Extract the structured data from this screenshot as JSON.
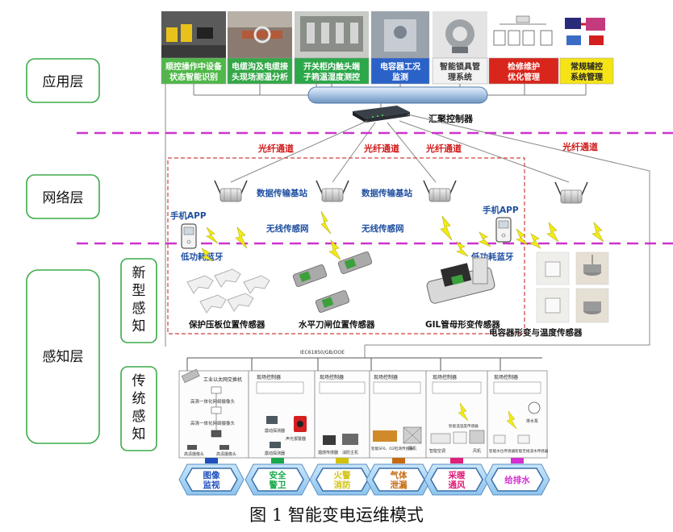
{
  "caption": "图 1 智能变电运维模式",
  "layers": {
    "application": "应用层",
    "network": "网络层",
    "perception": "感知层",
    "new_type": [
      "新",
      "型",
      "感",
      "知"
    ],
    "traditional": [
      "传",
      "统",
      "感",
      "知"
    ]
  },
  "apps": [
    {
      "label": [
        "顺控操作中设备",
        "状态智能识别"
      ],
      "color": "#4fb848",
      "text_color": "#ffffff"
    },
    {
      "label": [
        "电缆沟及电缆接",
        "头现场测温分析"
      ],
      "color": "#34a848",
      "text_color": "#ffffff"
    },
    {
      "label": [
        "开关柜内触头端",
        "子箱温湿度测控"
      ],
      "color": "#2ca84a",
      "text_color": "#ffffff"
    },
    {
      "label": [
        "电容器工况",
        "监测"
      ],
      "color": "#2a62c8",
      "text_color": "#ffffff"
    },
    {
      "label": [
        "智能锁具管",
        "理系统"
      ],
      "color": "#f2f2f2",
      "text_color": "#333333"
    },
    {
      "label": [
        "检修维护",
        "优化管理"
      ],
      "color": "#d9261c",
      "text_color": "#ffffff"
    },
    {
      "label": [
        "常规辅控",
        "系统管理"
      ],
      "color": "#f5e316",
      "text_color": "#222222"
    }
  ],
  "network": {
    "aggregator": "汇聚控制器",
    "fiber": "光纤通道",
    "base_station": "数据传输基站",
    "wireless": "无线传感网",
    "mobile_app": "手机APP",
    "ble": "低功耗蓝牙"
  },
  "sensors": {
    "protect_plate": "保护压板位置传感器",
    "knife_switch": "水平刀闸位置传感器",
    "gil": "GIL管母形变传感器",
    "capacitor": "电容器形变与温度传感器"
  },
  "traditional": {
    "bus_label": "IEC61850/GB/OOE",
    "switch_label": "工业以太网交换机",
    "controller": "现场控制器",
    "panel1_items": [
      "高清一体化网络摄像头",
      "高清一体化网络摄像头",
      "高清摄像头",
      "高清摄像头"
    ],
    "panel2_items": [
      "震动探测器",
      "声光报警器",
      "震动探测器"
    ],
    "panel3_items": [
      "烟感传感器",
      "消防主机"
    ],
    "panel4_items": [
      "智能SF6、O2检测传感器",
      "风机"
    ],
    "panel5_items": [
      "智能空调",
      "智能温湿度传感器",
      "风机"
    ],
    "panel6_items": [
      "排水泵",
      "智能水位传感器",
      "智能无线浸水传感器"
    ],
    "categories": [
      {
        "label": [
          "图像",
          "监视"
        ],
        "color": "#1f4fbf"
      },
      {
        "label": [
          "安全",
          "警卫"
        ],
        "color": "#1aa84a"
      },
      {
        "label": [
          "火警",
          "消防"
        ],
        "color": "#d2c10c"
      },
      {
        "label": [
          "气体",
          "泄漏"
        ],
        "color": "#c56a10"
      },
      {
        "label": [
          "采暖",
          "通风"
        ],
        "color": "#e01f7a"
      },
      {
        "label": [
          "给排水"
        ],
        "color": "#d42fd0"
      }
    ]
  }
}
